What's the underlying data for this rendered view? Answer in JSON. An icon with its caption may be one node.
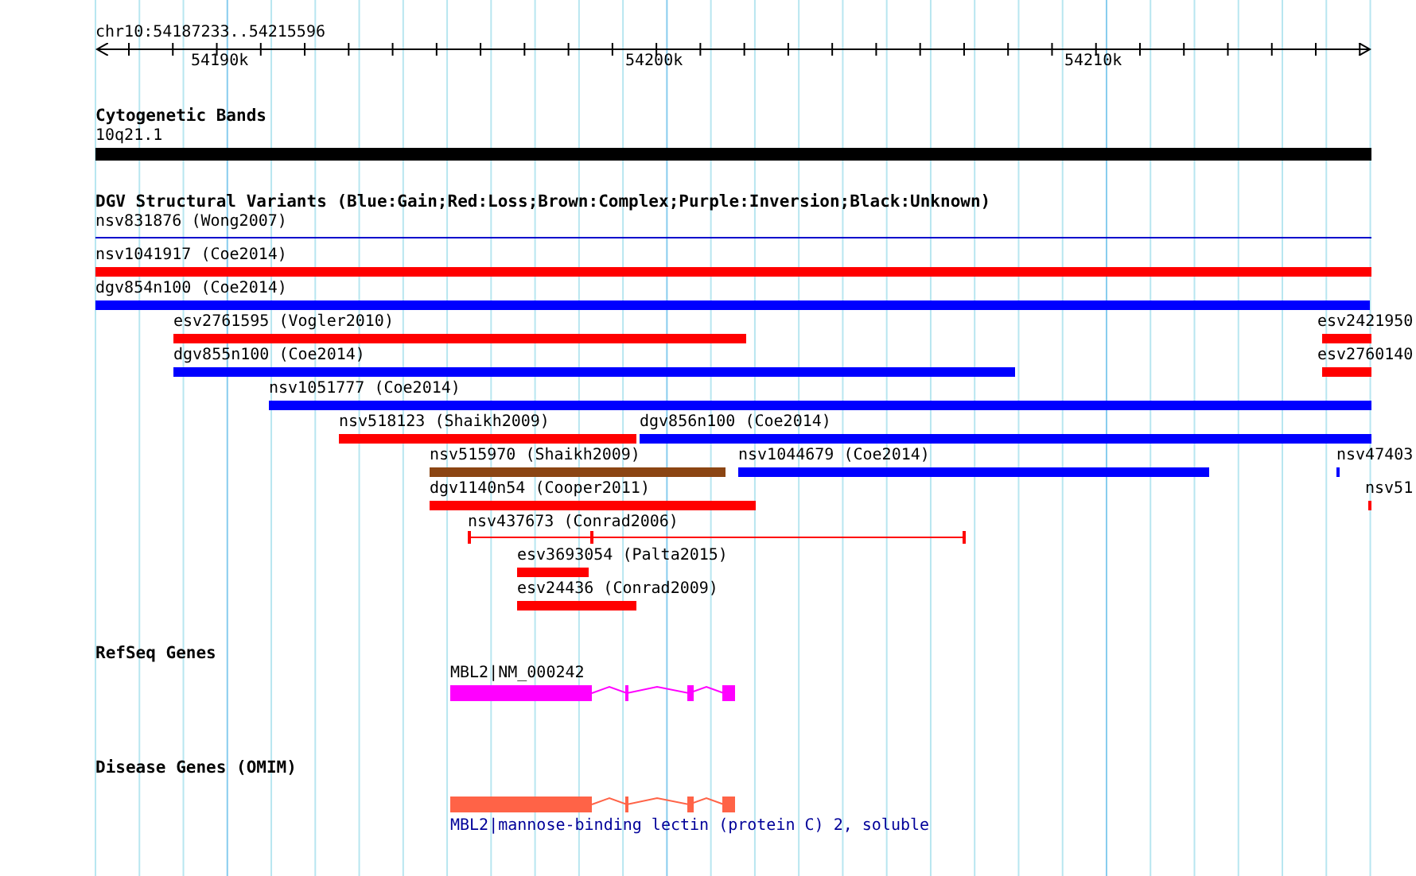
{
  "diagram": {
    "labels": [
      "chr10:54187233..54215596",
      "54190k",
      "54200k",
      "54210k",
      "Cytogenetic Bands",
      "10q21.1",
      "DGV Structural Variants (Blue:Gain;Red:Loss;Brown:Complex;Purple:Inversion;Black:Unknown)",
      "nsv831876 (Wong2007)",
      "nsv1041917 (Coe2014)",
      "dgv854n100 (Coe2014)",
      "esv2761595 (Vogler2010)",
      "esv2421950",
      "dgv855n100 (Coe2014)",
      "esv2760140",
      "nsv1051777 (Coe2014)",
      "nsv518123 (Shaikh2009)",
      "dgv856n100 (Coe2014)",
      "nsv515970 (Shaikh2009)",
      "nsv1044679 (Coe2014)",
      "nsv47403",
      "dgv1140n54 (Cooper2011)",
      "nsv51",
      "nsv437673 (Conrad2006)",
      "esv3693054 (Palta2015)",
      "esv24436 (Conrad2009)",
      "RefSeq Genes",
      "MBL2|NM_000242",
      "Disease Genes (OMIM)",
      "MBL2|mannose-binding lectin (protein C) 2, soluble"
    ]
  }
}
